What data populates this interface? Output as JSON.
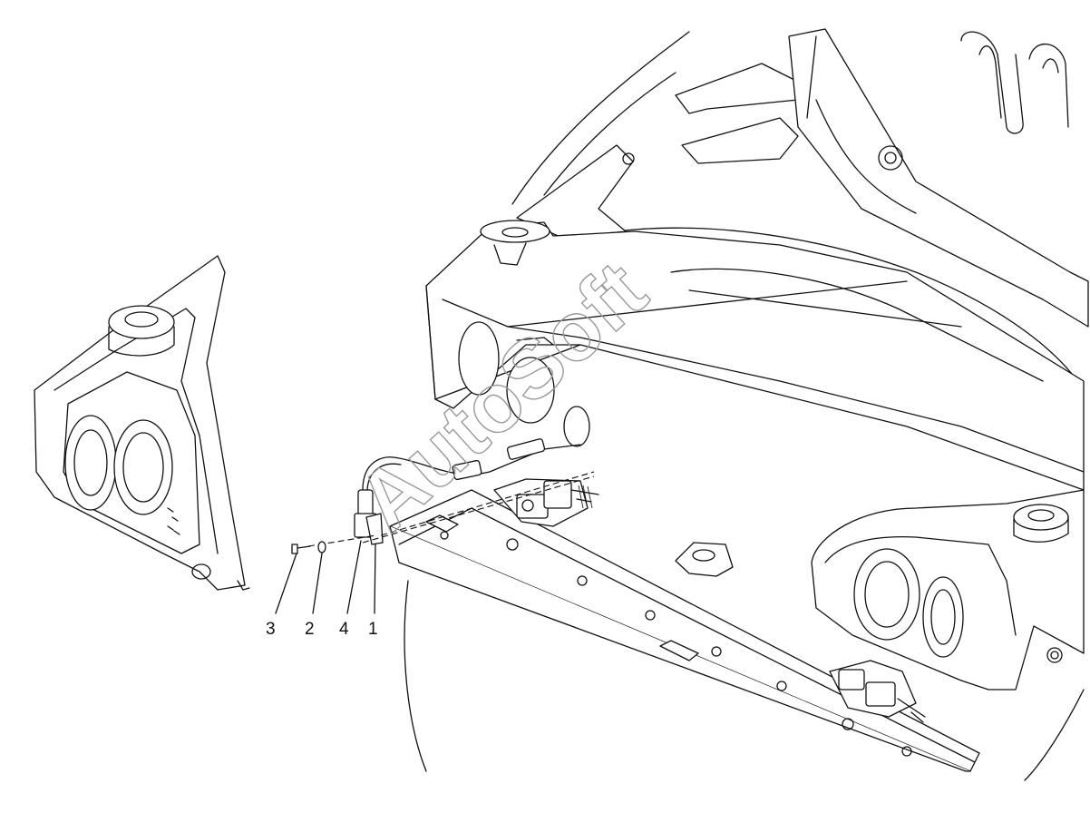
{
  "callouts": [
    {
      "id": "3",
      "label": "3"
    },
    {
      "id": "2",
      "label": "2"
    },
    {
      "id": "4",
      "label": "4"
    },
    {
      "id": "1",
      "label": "1"
    }
  ],
  "watermark": "AutoSoft"
}
